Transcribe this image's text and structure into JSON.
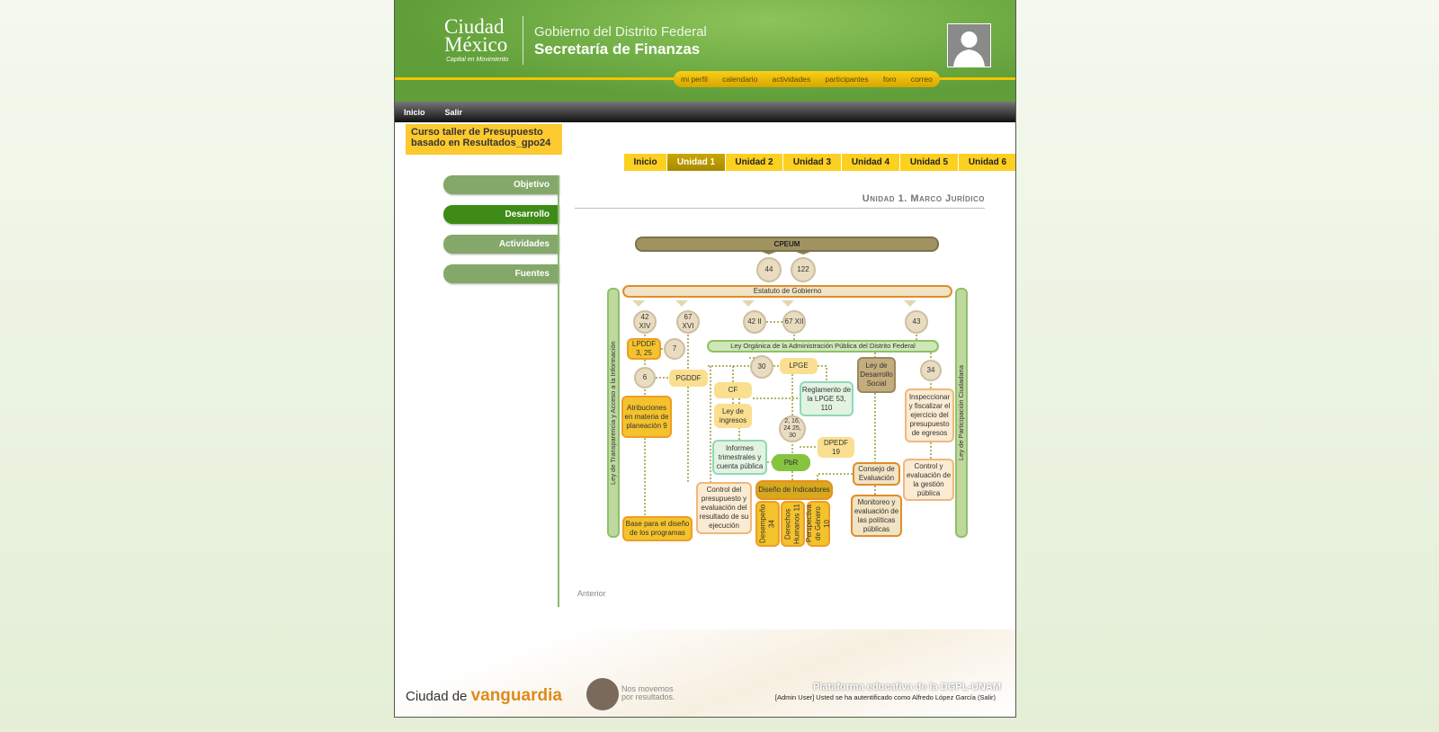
{
  "header": {
    "logo_line1": "Ciudad",
    "logo_line2": "México",
    "logo_tagline": "Capital en Movimiento",
    "gov": "Gobierno del Distrito Federal",
    "secretaria": "Secretaría de Finanzas",
    "top_nav": [
      "mi perfil",
      "calendario",
      "actividades",
      "participantes",
      "foro",
      "correo"
    ]
  },
  "nav": [
    "Inicio",
    "Salir"
  ],
  "course_title": "Curso taller de Presupuesto basado en Resultados_gpo24",
  "tabs": [
    "Inicio",
    "Unidad 1",
    "Unidad 2",
    "Unidad 3",
    "Unidad 4",
    "Unidad 5",
    "Unidad 6"
  ],
  "sidebar": [
    "Objetivo",
    "Desarrollo",
    "Actividades",
    "Fuentes"
  ],
  "unit_title": "Unidad 1. Marco Jurídico",
  "diagram": {
    "cpeum": "CPEUM",
    "c44": "44",
    "c122": "122",
    "estatuto": "Estatuto de Gobierno",
    "left_bar": "Ley de Transparencia y Acceso a la Información",
    "right_bar": "Ley de Participación Ciudadana",
    "c42xiv": "42 XIV",
    "c67xvi": "67 XVI",
    "c42ii": "42 II",
    "c67xii": "67 XII",
    "c43": "43",
    "lpddf": "LPDDF 3, 25",
    "c7": "7",
    "c6": "6",
    "pgddf": "PGDDF",
    "ley_organica": "Ley Orgánica de la Administración Pública del Distrito Federal",
    "c30": "30",
    "lpge": "LPGE",
    "ley_des_social": "Ley de Desarrollo Social",
    "c34": "34",
    "cf": "CF",
    "reglamento": "Reglamento de la LPGE 53, 110",
    "ley_ingresos": "Ley de ingresos",
    "atribuciones": "Atribuciones en materia de planeación 9",
    "c_multi": "2, 16, 24 25, 30",
    "dpedf": "DPEDF 19",
    "informes": "Informes trimestrales y cuenta pública",
    "pbr": "PbR",
    "inspeccionar": "Inspeccionar y fiscalizar el ejercicio del presupuesto de egresos",
    "consejo": "Consejo de Evaluación",
    "control_gestion": "Control y evaluación de la gestión pública",
    "control_presupuesto": "Control del presupuesto y evaluación del resultado de su ejecución",
    "diseno": "Diseño de Indicadores",
    "desempeno": "Desempeño 34",
    "derechos": "Derechos Humanos 11",
    "perspectiva": "Perspectiva de Género 10",
    "monitoreo": "Monitoreo y evaluación de las políticas públicas",
    "base": "Base para el diseño de los programas"
  },
  "anterior": "Anterior",
  "footer": {
    "ciudad_de": "Ciudad de",
    "vanguardia": "vanguardia",
    "nos": "Nos movemos",
    "nos2": "por resultados.",
    "plataforma": "Plataforma educativa de la DGPL-UNAM",
    "auth": "[Admin User] Usted se ha autentificado como Alfredo López García (Salir)"
  }
}
